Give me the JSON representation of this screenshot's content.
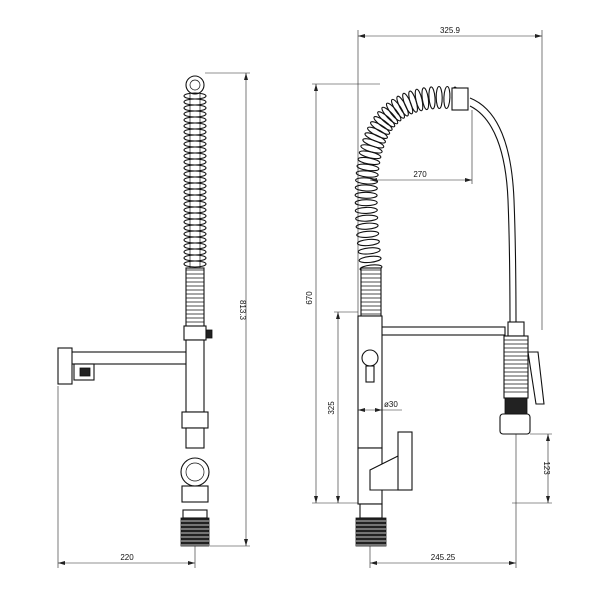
{
  "drawing": {
    "dimensions": {
      "total_width": "325.9",
      "spout_reach": "270",
      "total_height_front": "813.3",
      "overall_height": "670",
      "body_height": "325",
      "inner_diameter": "ø30",
      "reach_left": "220",
      "reach_right": "245.25",
      "outlet_height": "123"
    }
  }
}
